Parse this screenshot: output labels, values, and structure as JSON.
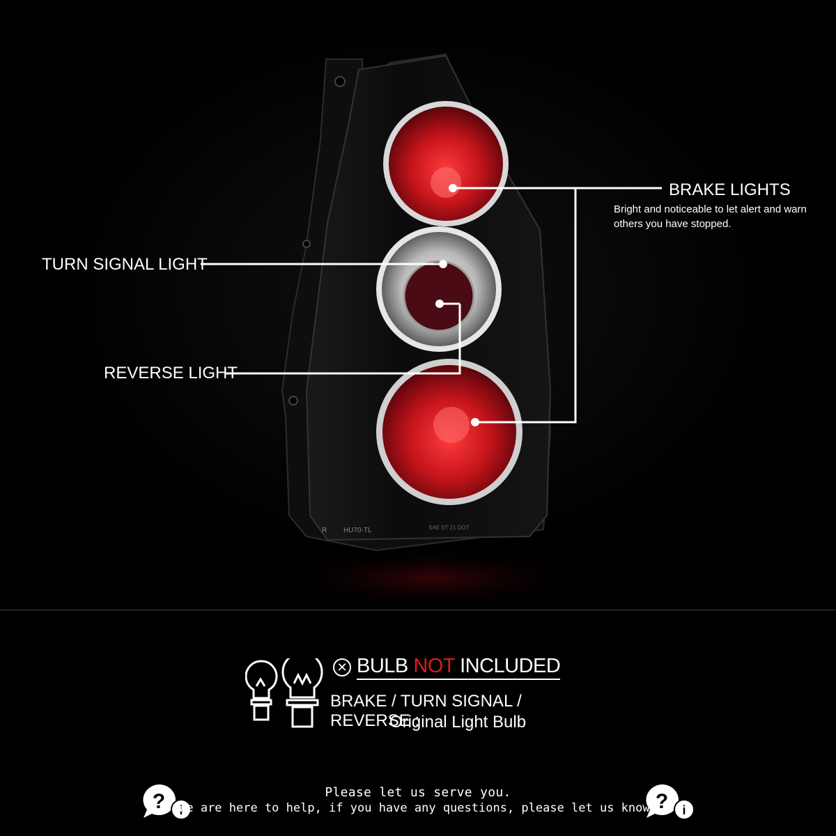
{
  "callouts": {
    "brake_title": "BRAKE LIGHTS",
    "brake_desc": "Bright and noticeable to let alert and warn others you have stopped.",
    "turn_signal": "TURN SIGNAL LIGHT",
    "reverse": "REVERSE LIGHT"
  },
  "lamp_marks": {
    "side": "R",
    "model": "HU70-TL",
    "cert": "SAE  ST 21 DOT"
  },
  "bulb_notice": {
    "prefix": "BULB",
    "highlight": "NOT",
    "suffix": "INCLUDED",
    "types": "BRAKE / TURN SIGNAL / REVERSE :",
    "bulb_name": "Original Light Bulb"
  },
  "support": {
    "line1": "Please let us serve you.",
    "line2": "We are here to help, if you have any questions, please let us know!"
  },
  "colors": {
    "accent_red": "#e01a1a",
    "background": "#000000",
    "text": "#ffffff"
  },
  "icons": [
    "bulb-icon",
    "close-circle-icon",
    "help-chat-icon"
  ]
}
